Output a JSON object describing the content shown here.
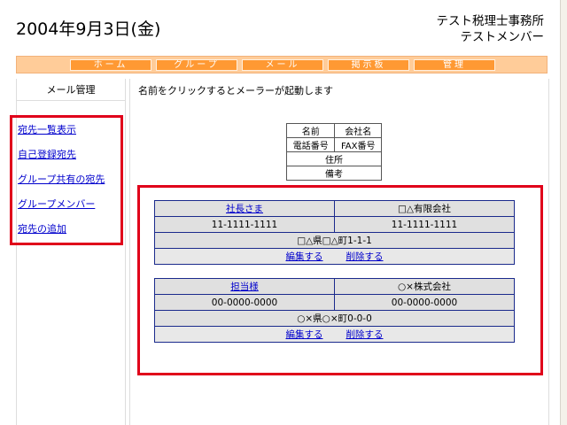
{
  "header": {
    "date": "2004年9月3日(金)",
    "office": "テスト税理士事務所",
    "member": "テストメンバー"
  },
  "nav": {
    "items": [
      {
        "label": "ホーム"
      },
      {
        "label": "グループ"
      },
      {
        "label": "メール"
      },
      {
        "label": "掲示板"
      },
      {
        "label": "管理"
      }
    ]
  },
  "sidebar": {
    "title": "メール管理",
    "items": [
      {
        "label": "宛先一覧表示"
      },
      {
        "label": "自己登録宛先"
      },
      {
        "label": "グループ共有の宛先"
      },
      {
        "label": "グループメンバー"
      },
      {
        "label": "宛先の追加"
      }
    ]
  },
  "main": {
    "hint": "名前をクリックするとメーラーが起動します",
    "legend": {
      "name": "名前",
      "company": "会社名",
      "phone": "電話番号",
      "fax": "FAX番号",
      "address": "住所",
      "note": "備考"
    },
    "contacts": [
      {
        "name": "社長さま",
        "company": "□△有限会社",
        "phone": "11-1111-1111",
        "fax": "11-1111-1111",
        "address": "□△県□△町1-1-1",
        "edit": "編集する",
        "delete": "削除する"
      },
      {
        "name": "担当様",
        "company": "○×株式会社",
        "phone": "00-0000-0000",
        "fax": "00-0000-0000",
        "address": "○×県○×町0-0-0",
        "edit": "編集する",
        "delete": "削除する"
      }
    ]
  }
}
